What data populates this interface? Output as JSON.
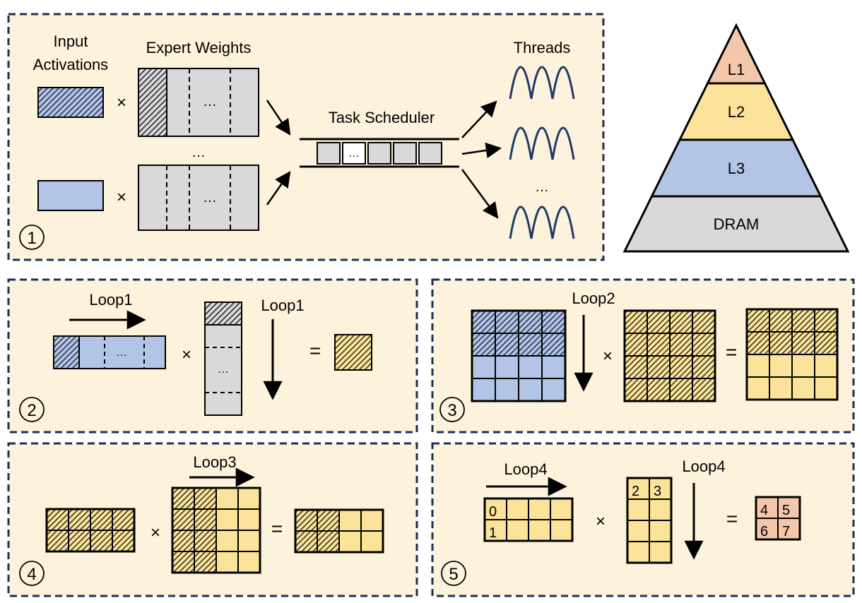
{
  "panel1": {
    "input_label_line1": "Input",
    "input_label_line2": "Activations",
    "weights_label": "Expert Weights",
    "scheduler_label": "Task Scheduler",
    "threads_label": "Threads",
    "times": "×",
    "ellipsis": "…",
    "step": "①"
  },
  "pyramid": {
    "levels": [
      {
        "label": "L1",
        "color": "#f4c7aa"
      },
      {
        "label": "L2",
        "color": "#fbe49a"
      },
      {
        "label": "L3",
        "color": "#b3c5e6"
      },
      {
        "label": "DRAM",
        "color": "#d9d9d9"
      }
    ]
  },
  "panel2": {
    "loop_a": "Loop1",
    "loop_b": "Loop1",
    "times": "×",
    "equals": "=",
    "ellipsis": "…",
    "step": "②"
  },
  "panel3": {
    "loop": "Loop2",
    "times": "×",
    "equals": "=",
    "step": "③"
  },
  "panel4": {
    "loop": "Loop3",
    "times": "×",
    "equals": "=",
    "step": "④"
  },
  "panel5": {
    "loop_a": "Loop4",
    "loop_b": "Loop4",
    "times": "×",
    "equals": "=",
    "step": "⑤",
    "a_indices": [
      "0",
      "1"
    ],
    "b_indices": [
      "2",
      "3"
    ],
    "c_indices": [
      "4",
      "5",
      "6",
      "7"
    ]
  },
  "colors": {
    "panel_bg": "#fdf3dc",
    "border": "#1f2f4d",
    "blue": "#b3c5e6",
    "gray": "#d9d9d9",
    "yellow": "#fbe49a",
    "salmon": "#f4c7aa",
    "wave": "#1f3a66"
  }
}
